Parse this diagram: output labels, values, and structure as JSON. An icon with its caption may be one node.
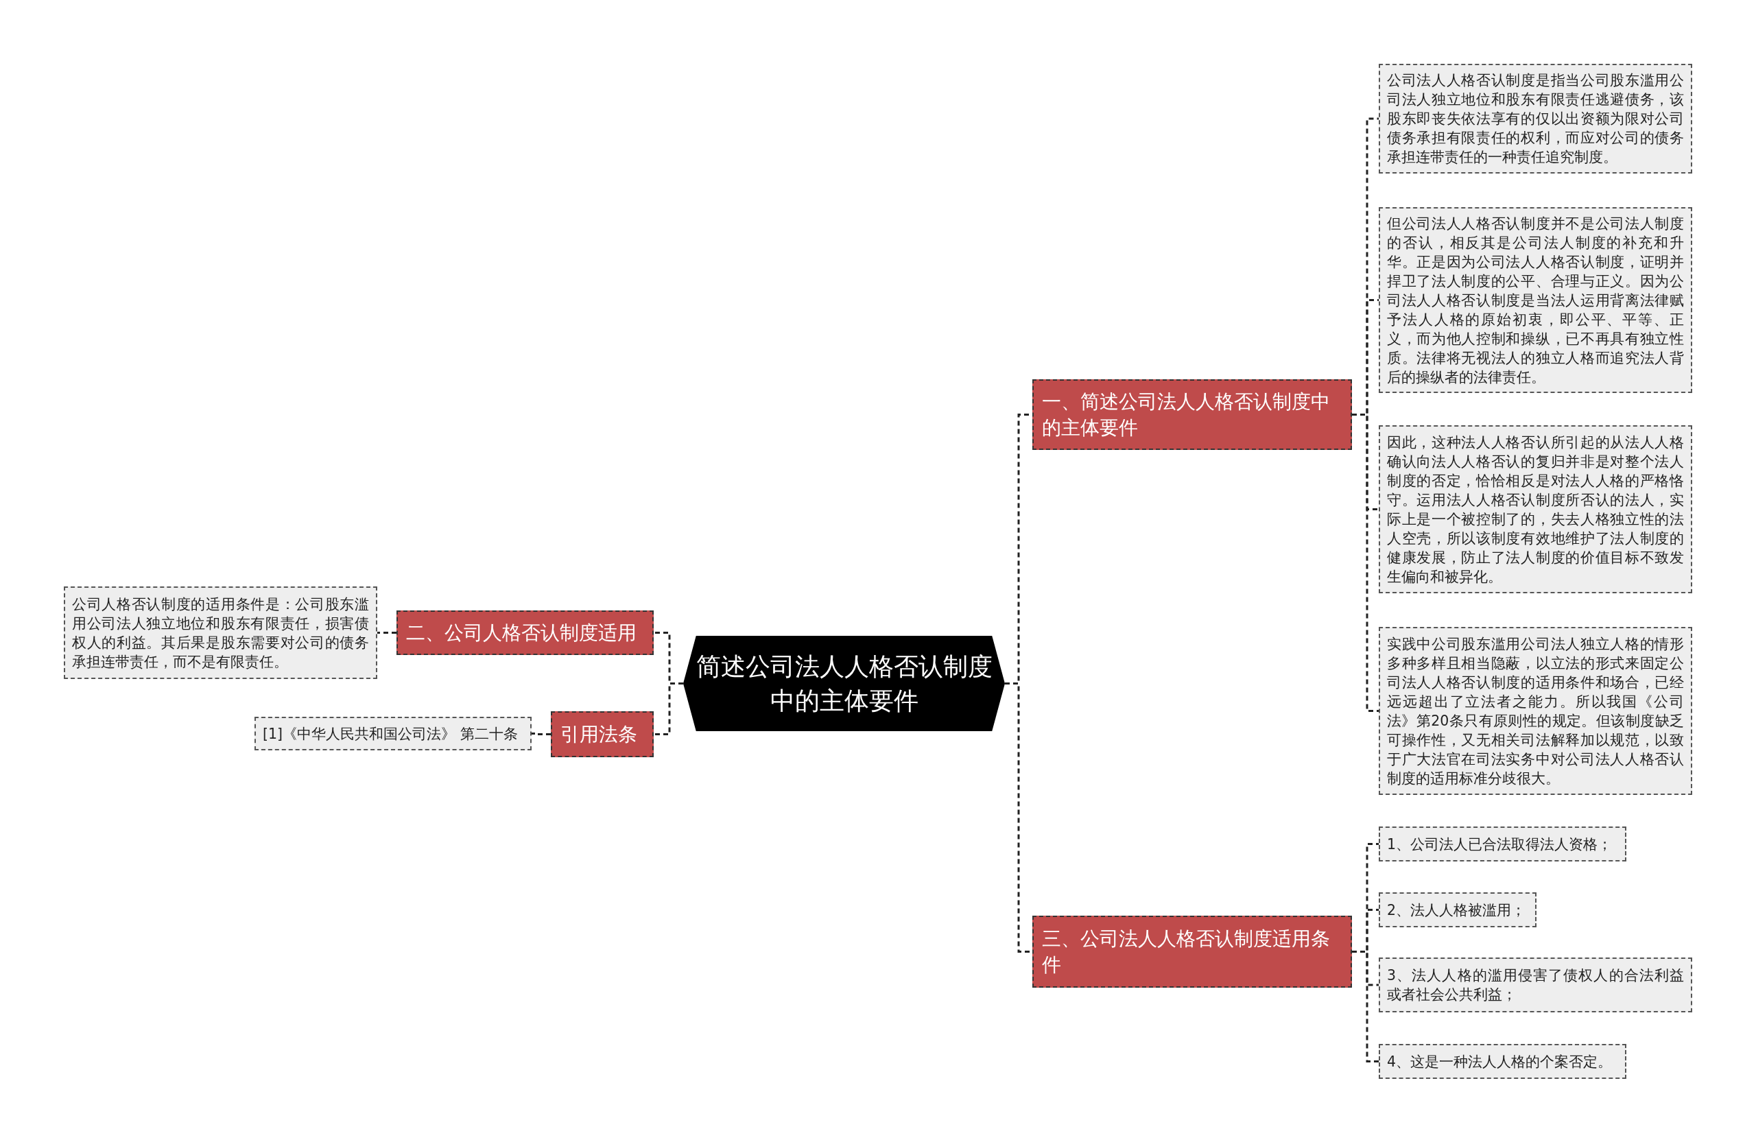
{
  "diagram": {
    "nodes": [
      {
        "text": [
          "简述公司法人人格否认制度中的主体要件"
        ]
      },
      {
        "text": [
          "一、简述公司法人人格否认制度中的主体要件"
        ]
      },
      {
        "text": [
          "公司法人人格否认制度是指当公司股东滥用公司法人独立地位和股东有限责任逃避债务，该股东即丧失依法享有的仅以出资额为限对公司债务承担有限责任的权利，而应对公司的债务承担连带责任的一种责任追究制度。"
        ]
      },
      {
        "text": [
          "但公司法人人格否认制度并不是公司法人制度的否认，相反其是公司法人制度的补充和升华。正是因为公司法人人格否认制度，证明并捍卫了法人制度的公平、合理与正义。因为公司法人人格否认制度是当法人运用背离法律赋予法人人格的原始初衷，即公平、平等、正义，而为他人控制和操纵，已不再具有独立性质。法律将无视法人的独立人格而追究法人背后的操纵者的法律责任。"
        ]
      },
      {
        "text": [
          "因此，这种法人人格否认所引起的从法人人格确认向法人人格否认的复归并非是对整个法人制度的否定，恰恰相反是对法人人格的严格恪守。运用法人人格否认制度所否认的法人，实际上是一个被控制了的，失去人格独立性的法人空壳，所以该制度有效地维护了法人制度的健康发展，防止了法人制度的价值目标不致发生偏向和被异化。"
        ]
      },
      {
        "text": [
          "实践中公司股东滥用公司法人独立人格的情形多种多样且相当隐蔽，以立法的形式来固定公司法人人格否认制度的适用条件和场合，已经远远超出了立法者之能力。所以我国《公司法》第20条只有原则性的规定。但该制度缺乏可操作性，又无相关司法解释加以规范，以致于广大法官在司法实务中对公司法人人格否认制度的适用标准分歧很大。"
        ]
      },
      {
        "text": [
          "三、公司法人人格否认制度适用条件"
        ]
      },
      {
        "text": [
          "1、公司法人已合法取得法人资格；"
        ]
      },
      {
        "text": [
          "2、法人人格被滥用；"
        ]
      },
      {
        "text": [
          "3、法人人格的滥用侵害了债权人的合法利益或者社会公共利益；"
        ]
      },
      {
        "text": [
          "4、这是一种法人人格的个案否定。"
        ]
      },
      {
        "text": [
          "二、公司人格否认制度适用"
        ]
      },
      {
        "text": [
          "公司人格否认制度的适用条件是：公司股东滥用公司法人独立地位和股东有限责任，损害债权人的利益。其后果是股东需要对公司的债务承担连带责任，而不是有限责任。"
        ]
      },
      {
        "text": [
          "引用法条"
        ]
      },
      {
        "text": [
          "[1]《中华人民共和国公司法》 第二十条"
        ]
      }
    ],
    "edges": [
      {
        "from": 0,
        "to": 1,
        "arrow": "none",
        "style": "dashed"
      },
      {
        "from": 1,
        "to": 2,
        "arrow": "none",
        "style": "dashed"
      },
      {
        "from": 1,
        "to": 3,
        "arrow": "none",
        "style": "dashed"
      },
      {
        "from": 1,
        "to": 4,
        "arrow": "none",
        "style": "dashed"
      },
      {
        "from": 1,
        "to": 5,
        "arrow": "none",
        "style": "dashed"
      },
      {
        "from": 0,
        "to": 6,
        "arrow": "none",
        "style": "dashed"
      },
      {
        "from": 6,
        "to": 7,
        "arrow": "none",
        "style": "dashed"
      },
      {
        "from": 6,
        "to": 8,
        "arrow": "none",
        "style": "dashed"
      },
      {
        "from": 6,
        "to": 9,
        "arrow": "none",
        "style": "dashed"
      },
      {
        "from": 6,
        "to": 10,
        "arrow": "none",
        "style": "dashed"
      },
      {
        "from": 0,
        "to": 11,
        "arrow": "none",
        "style": "dashed"
      },
      {
        "from": 11,
        "to": 12,
        "arrow": "none",
        "style": "dashed"
      },
      {
        "from": 0,
        "to": 13,
        "arrow": "none",
        "style": "dashed"
      },
      {
        "from": 13,
        "to": 14,
        "arrow": "none",
        "style": "dashed"
      }
    ]
  }
}
